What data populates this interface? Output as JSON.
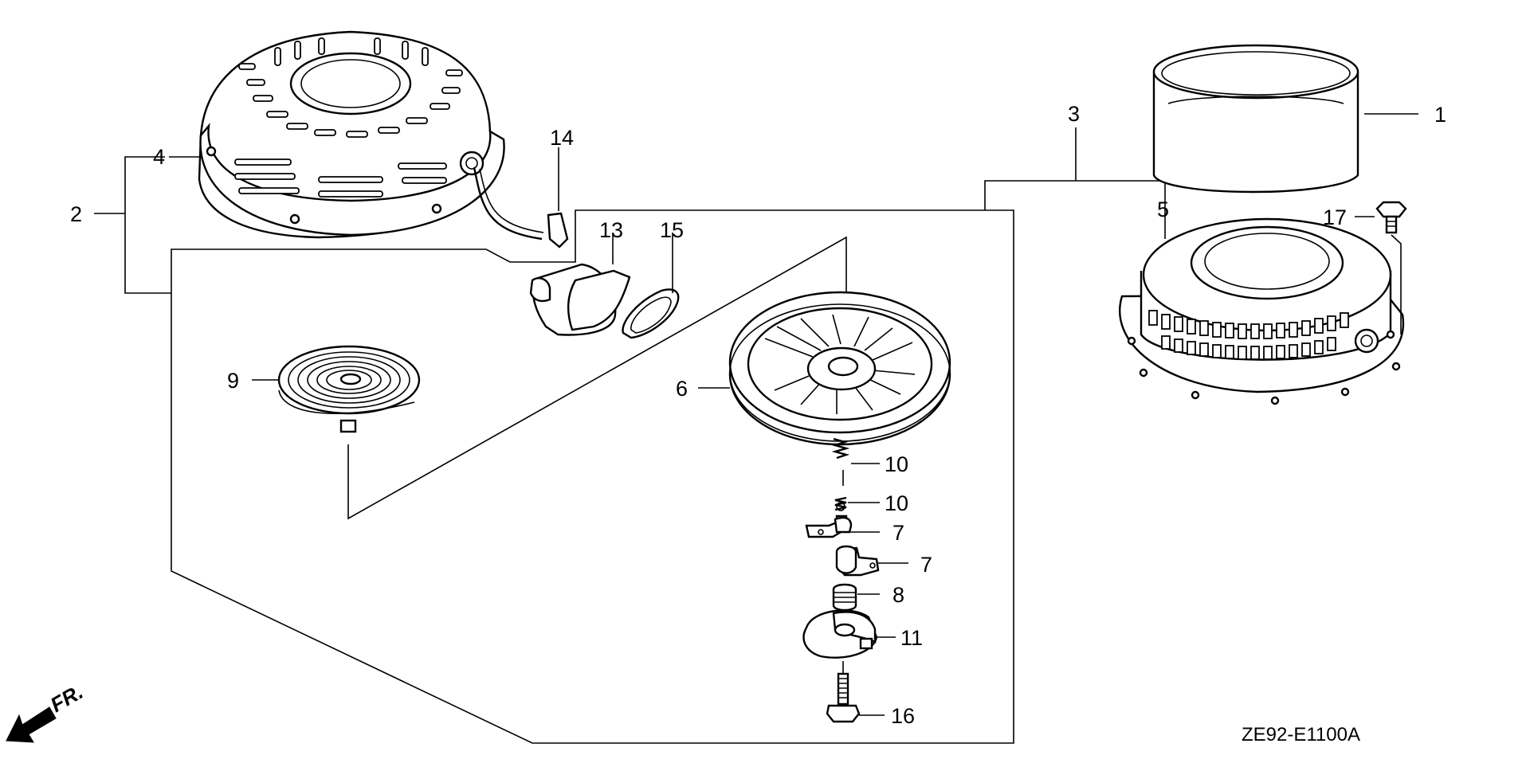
{
  "diagram": {
    "code": "ZE92-E1100A",
    "direction_label": "FR.",
    "callouts": {
      "c1": "1",
      "c2": "2",
      "c3": "3",
      "c4": "4",
      "c5": "5",
      "c6": "6",
      "c7a": "7",
      "c7b": "7",
      "c8": "8",
      "c9": "9",
      "c10a": "10",
      "c10b": "10",
      "c11": "11",
      "c13": "13",
      "c14": "14",
      "c15": "15",
      "c16": "16",
      "c17": "17"
    }
  }
}
